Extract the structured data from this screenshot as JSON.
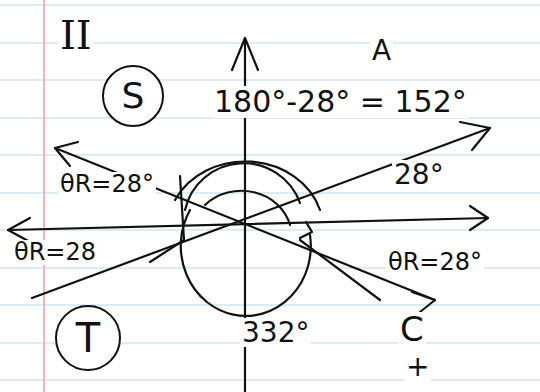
{
  "diagram": {
    "nodes": [
      {
        "text": [
          "S"
        ]
      },
      {
        "text": [
          "T"
        ]
      }
    ],
    "labels": [
      "II",
      "A",
      "180°-28° = 152°",
      "28°",
      "θR=28°",
      "θR=28",
      "θR=28°",
      "332°",
      "C",
      "+"
    ]
  }
}
